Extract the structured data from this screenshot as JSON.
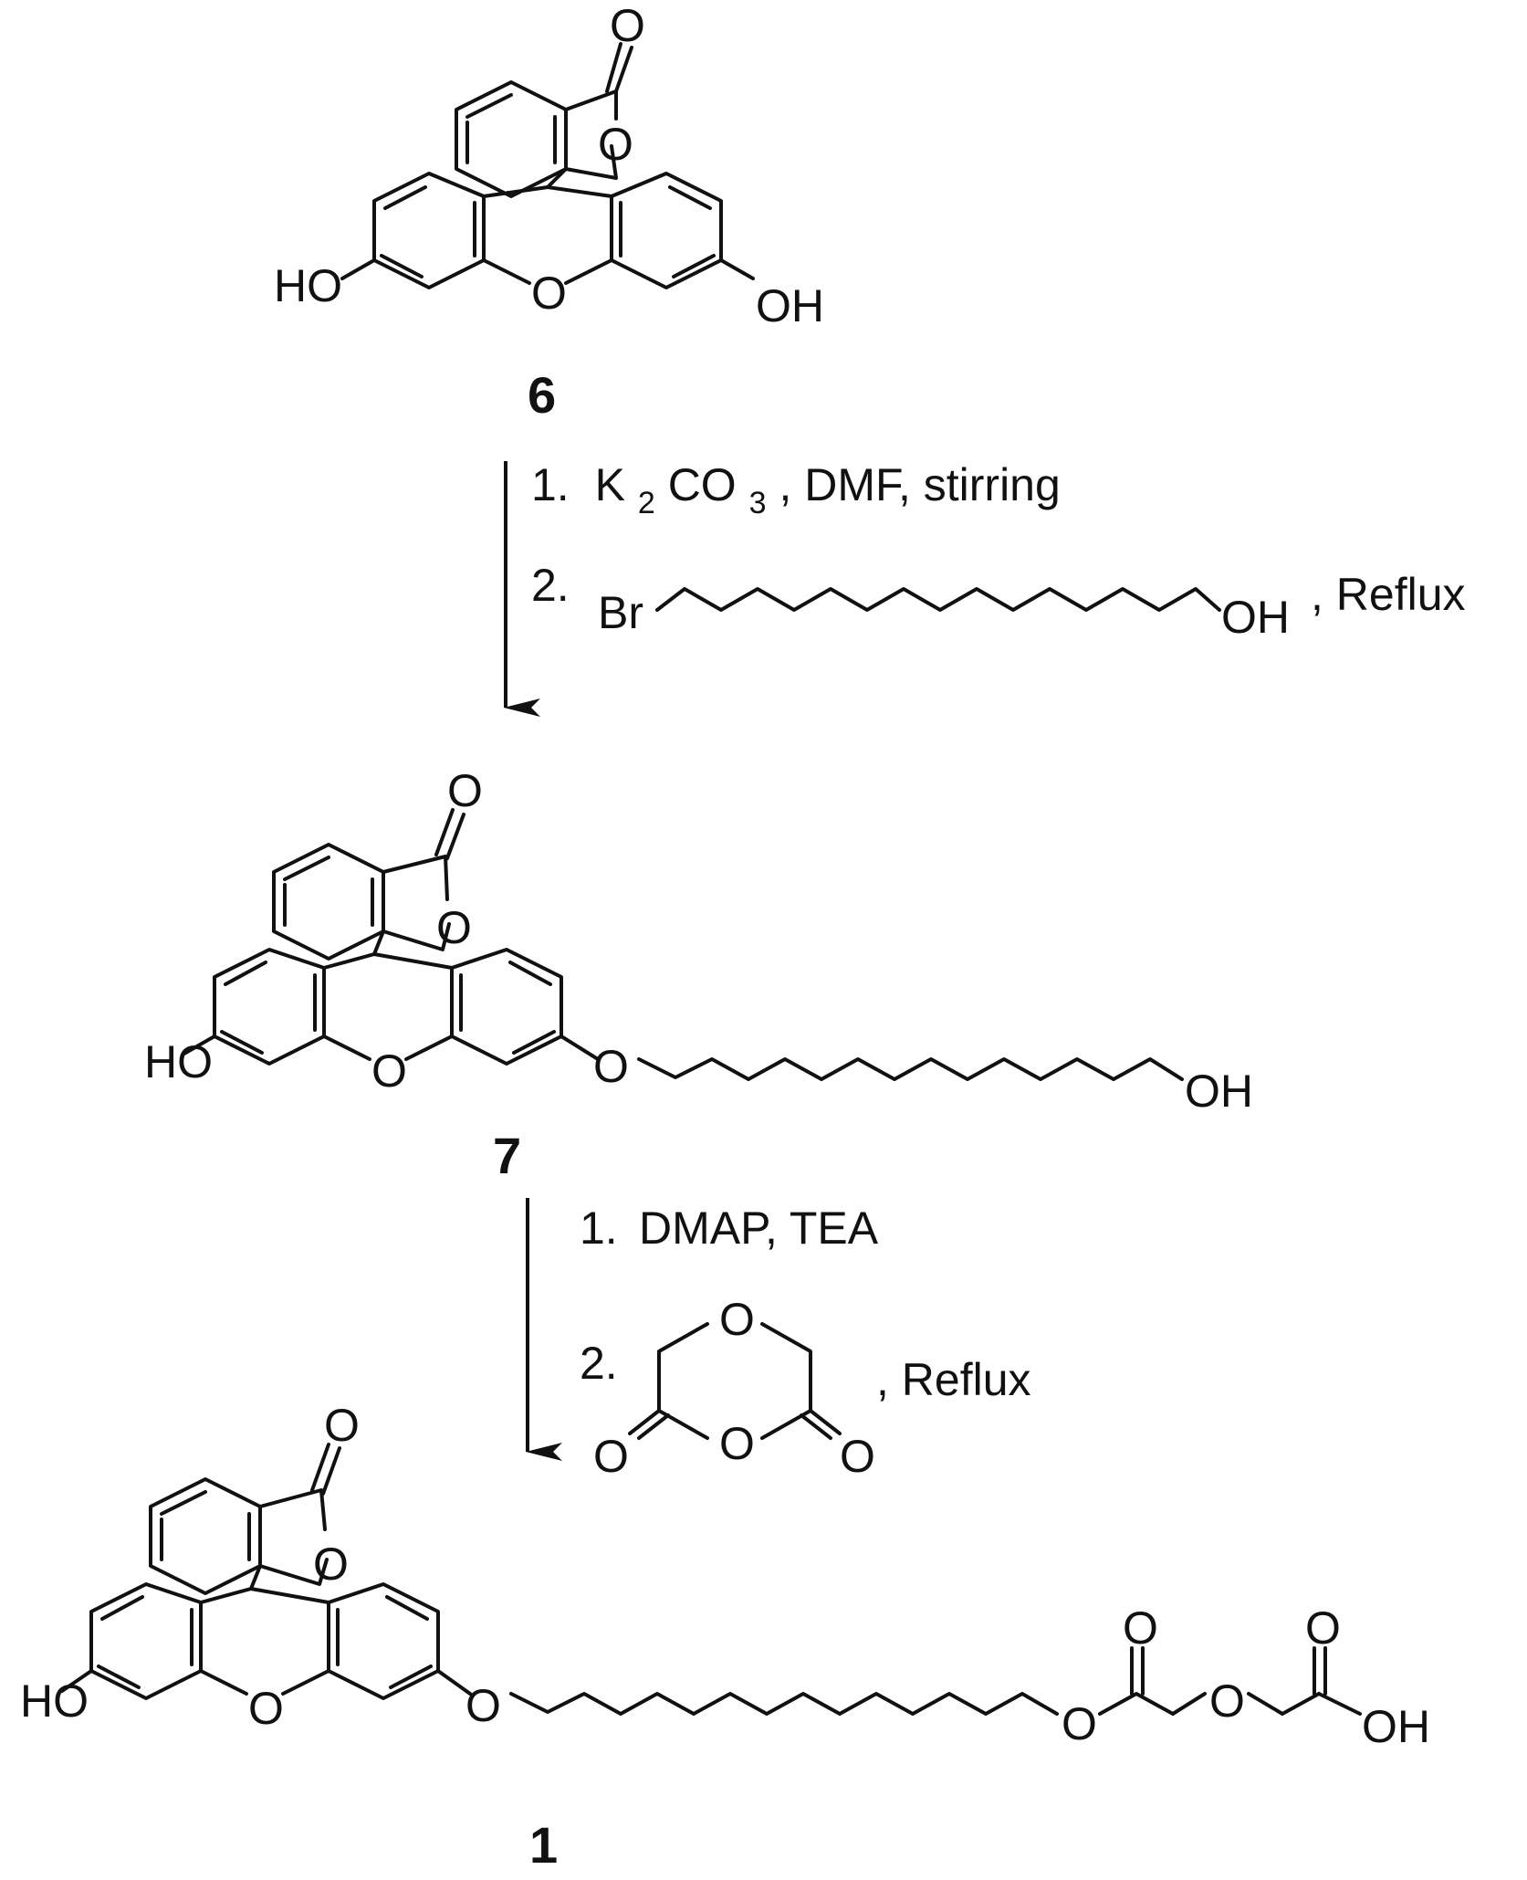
{
  "compounds": [
    {
      "id": "6",
      "label": "6",
      "atoms": {
        "carbonyl_o": "O",
        "lactone_o": "O",
        "left_oh": "HO",
        "xanthene_o": "O",
        "right_oh": "OH"
      }
    },
    {
      "id": "7",
      "label": "7",
      "atoms": {
        "carbonyl_o": "O",
        "lactone_o": "O",
        "left_oh": "HO",
        "xanthene_o": "O",
        "ether_o": "O",
        "terminal_oh": "OH"
      }
    },
    {
      "id": "1",
      "label": "1",
      "atoms": {
        "carbonyl_o": "O",
        "lactone_o": "O",
        "left_oh": "HO",
        "xanthene_o": "O",
        "ether_o": "O",
        "ester_o": "O",
        "ester_co": "O",
        "glycolic_o": "O",
        "acid_co": "O",
        "acid_oh": "OH"
      }
    }
  ],
  "steps": [
    {
      "step1": {
        "num": "1.",
        "pre": "K",
        "sub1": "2",
        "mid": "CO",
        "sub2": "3",
        "post": ", DMF,  stirring"
      },
      "step2": {
        "num": "2.",
        "reagent_left": "Br",
        "reagent_right": "OH",
        "suffix": ", Reflux"
      }
    },
    {
      "step1": {
        "num": "1.",
        "text": "DMAP,  TEA"
      },
      "step2": {
        "num": "2.",
        "ring_o_top": "O",
        "ring_o_bottom": "O",
        "ring_co_left": "O",
        "ring_co_right": "O",
        "suffix": ", Reflux"
      }
    }
  ]
}
